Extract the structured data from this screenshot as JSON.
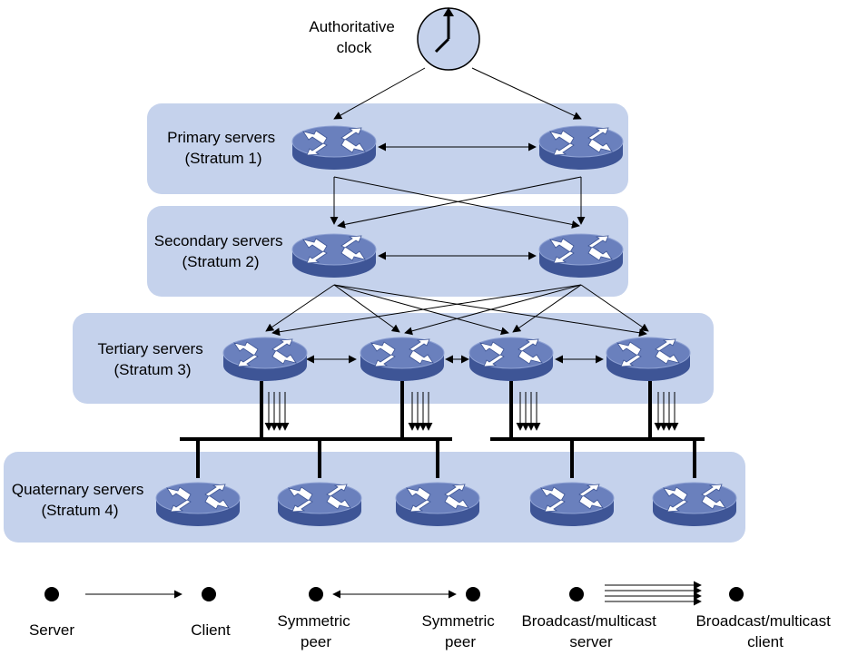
{
  "clock_label": [
    "Authoritative",
    "clock"
  ],
  "strata": [
    {
      "name": "Primary servers",
      "stratum": "(Stratum 1)"
    },
    {
      "name": "Secondary servers",
      "stratum": "(Stratum 2)"
    },
    {
      "name": "Tertiary servers",
      "stratum": "(Stratum 3)"
    },
    {
      "name": "Quaternary servers",
      "stratum": "(Stratum 4)"
    }
  ],
  "legend": {
    "server": "Server",
    "client": "Client",
    "symmetric_peer": [
      "Symmetric",
      "peer"
    ],
    "broadcast_server": [
      "Broadcast/multicast",
      "server"
    ],
    "broadcast_client": [
      "Broadcast/multicast",
      "client"
    ]
  },
  "colors": {
    "band": "#c5d2ec",
    "router_top": "#6a80bd",
    "router_side": "#3e5596",
    "line": "#000000"
  },
  "icons": [
    "clock-icon",
    "router-icon"
  ]
}
